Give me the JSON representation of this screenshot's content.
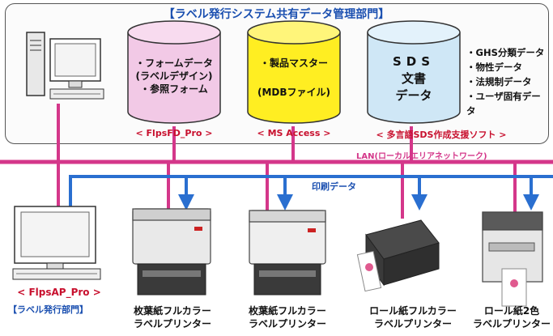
{
  "header": {
    "title": "【ラベル発行システム共有データ管理部門】"
  },
  "databases": [
    {
      "lines": [
        "・フォームデータ",
        "(ラベルデザイン)",
        "・参照フォーム"
      ],
      "label": "< FlpsFD_Pro >",
      "color": "#f2c9e6"
    },
    {
      "lines": [
        "・製品マスター",
        "",
        "(MDBファイル)"
      ],
      "label": "< MS Access >",
      "color": "#ffee22"
    },
    {
      "lines": [
        "SDS",
        "文書",
        "データ"
      ],
      "label": "< 多言語SDS作成支援ソフト >",
      "color": "#cfe7f6"
    }
  ],
  "sds_items": [
    "・GHS分類データ",
    "・物性データ",
    "・法規制データ",
    "・ユーザ固有データ"
  ],
  "network": {
    "lan_label": "LAN(ローカルエリアネットワーク)",
    "print_data_label": "印刷データ",
    "lan_color": "#d4378a",
    "data_color": "#2a6fd0"
  },
  "client": {
    "label": "< FlpsAP_Pro >",
    "department": "【ラベル発行部門】"
  },
  "printers": [
    {
      "line1": "枚葉紙フルカラー",
      "line2": "ラベルプリンター"
    },
    {
      "line1": "枚葉紙フルカラー",
      "line2": "ラベルプリンター"
    },
    {
      "line1": "ロール紙フルカラー",
      "line2": "ラベルプリンター"
    },
    {
      "line1": "ロール紙2色",
      "line2": "ラベルプリンター"
    }
  ]
}
